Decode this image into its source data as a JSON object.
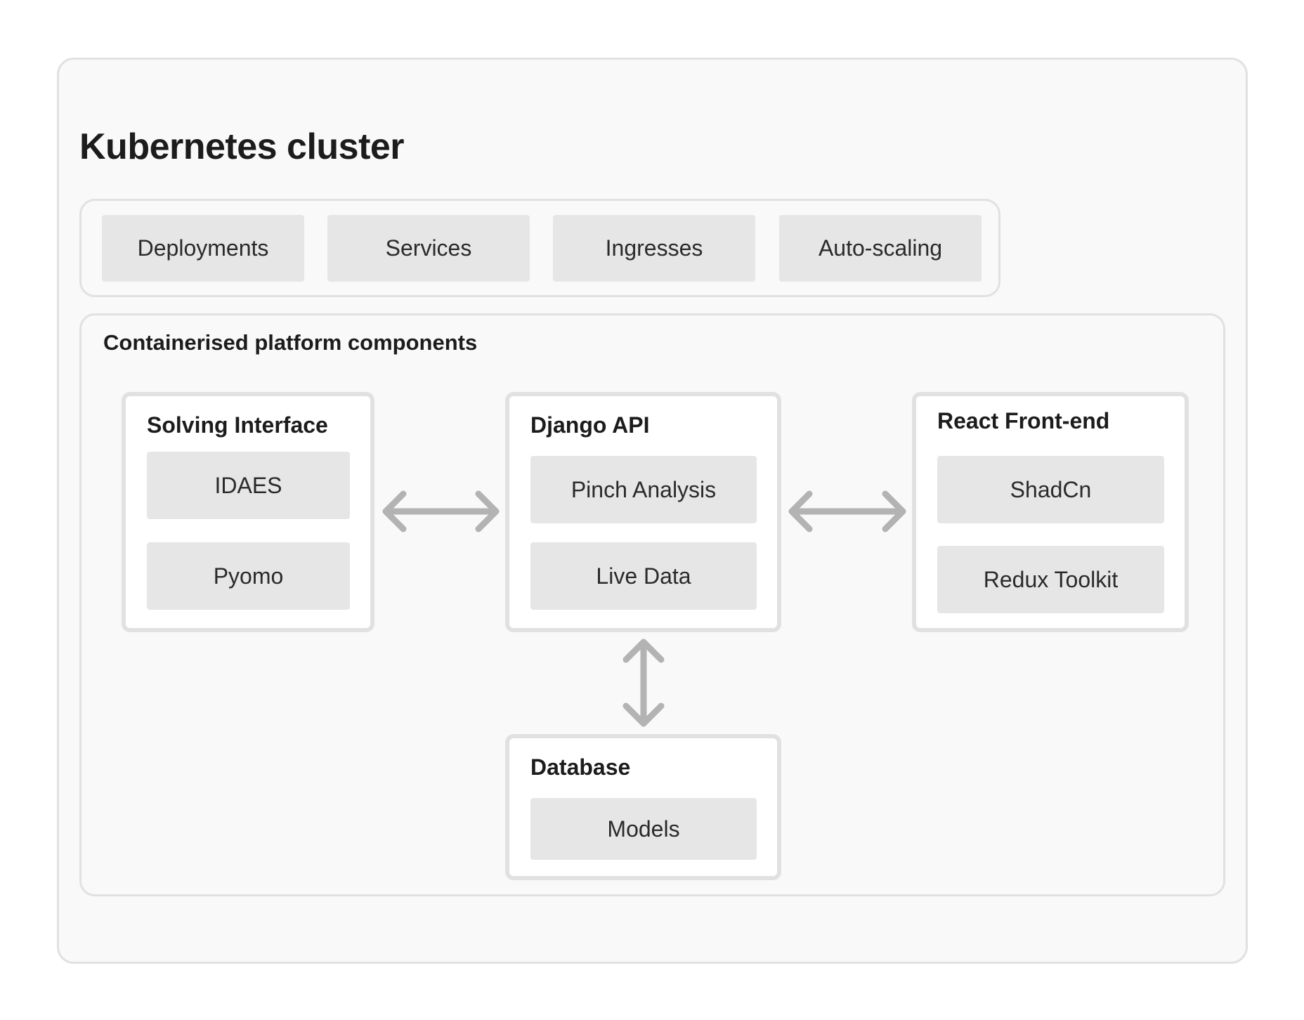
{
  "cluster": {
    "title": "Kubernetes cluster",
    "resources": [
      "Deployments",
      "Services",
      "Ingresses",
      "Auto-scaling"
    ]
  },
  "platform": {
    "title": "Containerised platform components",
    "solving": {
      "title": "Solving Interface",
      "items": [
        "IDAES",
        "Pyomo"
      ]
    },
    "django": {
      "title": "Django API",
      "items": [
        "Pinch Analysis",
        "Live Data"
      ]
    },
    "react": {
      "title": "React Front-end",
      "items": [
        "ShadCn",
        "Redux Toolkit"
      ]
    },
    "database": {
      "title": "Database",
      "items": [
        "Models"
      ]
    }
  },
  "colors": {
    "border": "#e1e1e1",
    "chip": "#e6e6e6",
    "arrow": "#b3b3b3",
    "background": "#f9f9f9"
  }
}
